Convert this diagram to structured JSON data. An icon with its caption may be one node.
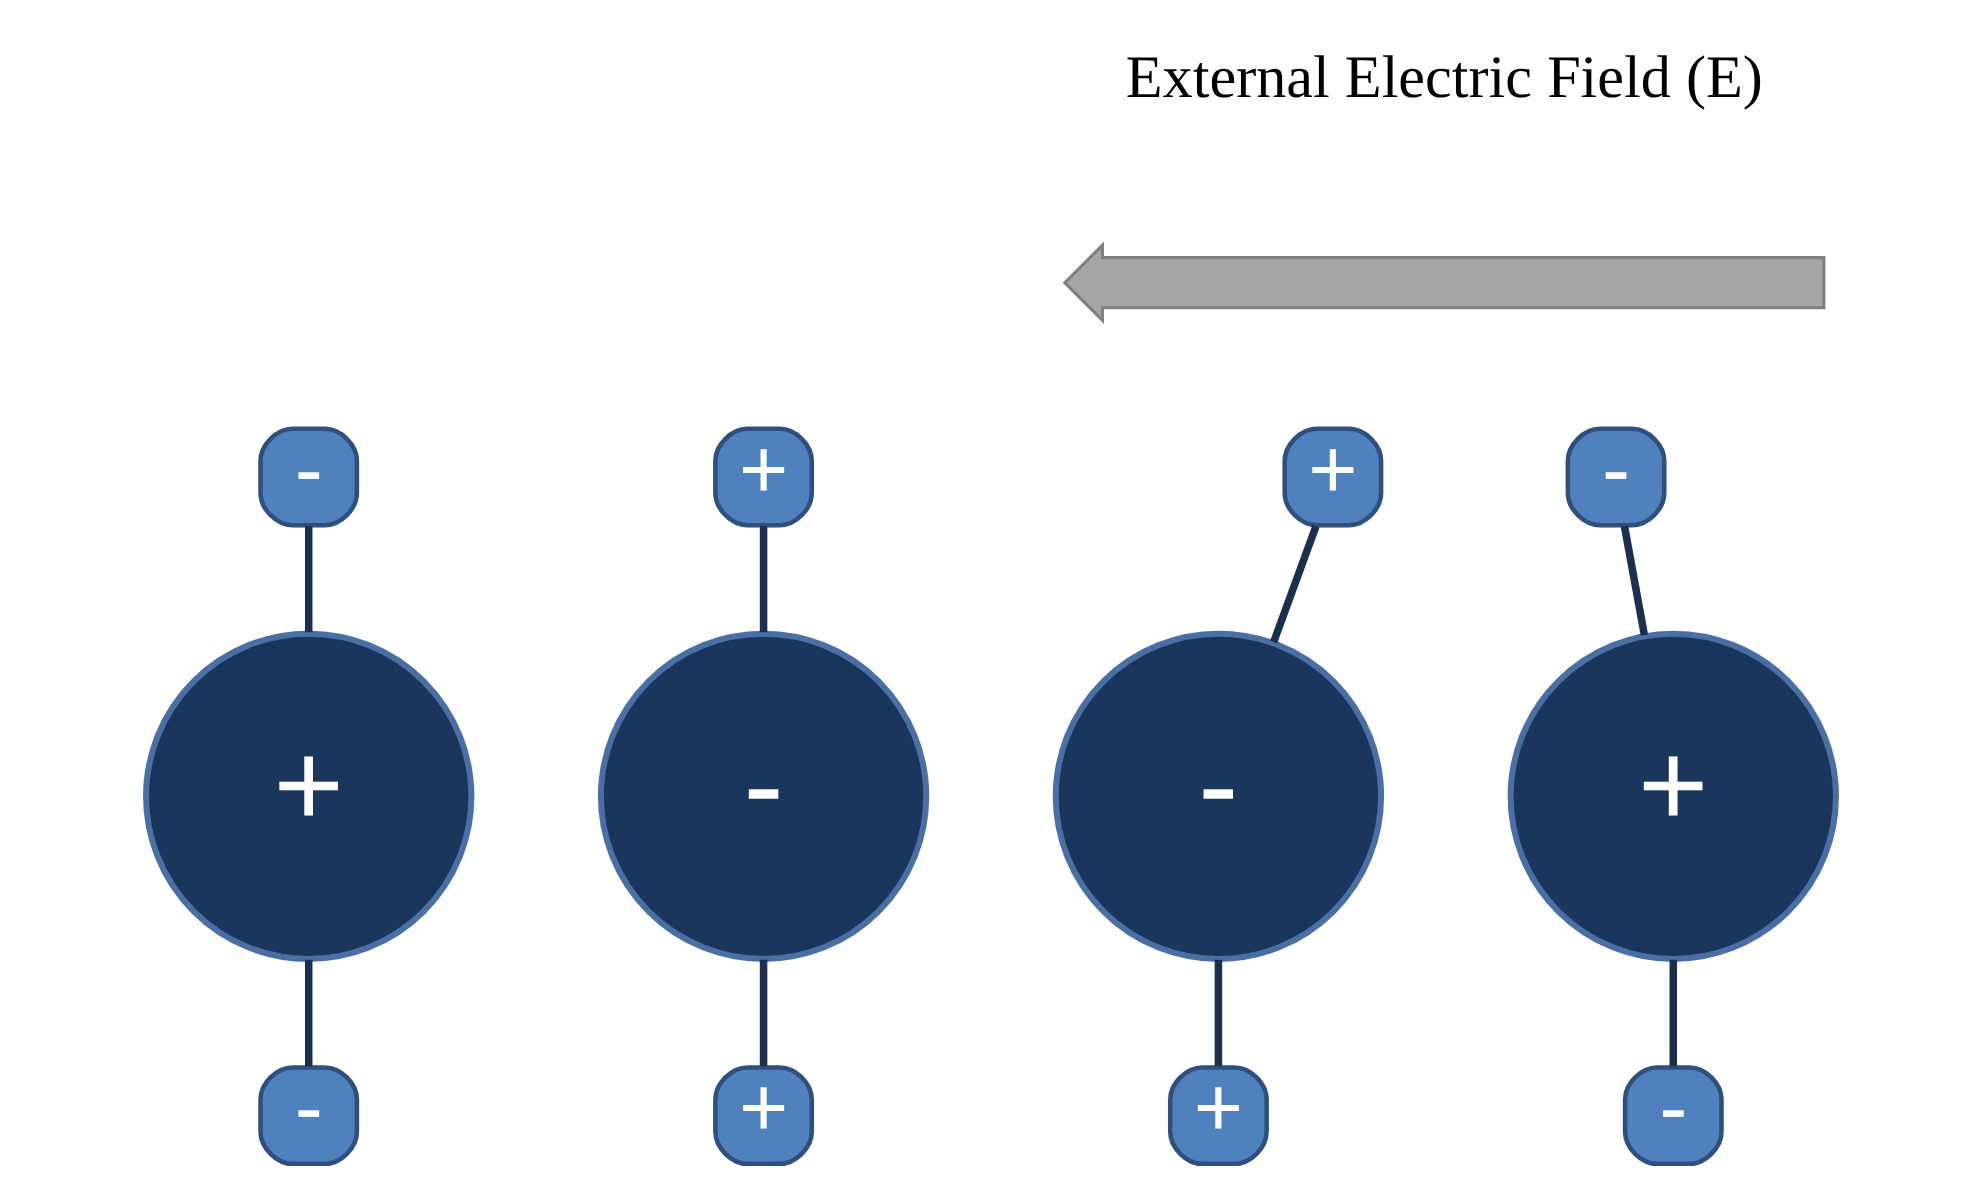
{
  "diagram": {
    "nodes": [
      {
        "text": [
          "-"
        ]
      },
      {
        "text": [
          "+"
        ]
      },
      {
        "text": [
          "-"
        ]
      },
      {
        "text": [
          "+"
        ]
      },
      {
        "text": [
          "-"
        ]
      },
      {
        "text": [
          "+"
        ]
      },
      {
        "text": [
          "+"
        ]
      },
      {
        "text": [
          "-"
        ]
      },
      {
        "text": [
          "+"
        ]
      },
      {
        "text": [
          "-"
        ]
      },
      {
        "text": [
          "+"
        ]
      },
      {
        "text": [
          "-"
        ]
      },
      {
        "text": [],
        "shape": "arrow",
        "beside": [
          "External Electric Field (E)"
        ]
      }
    ],
    "edges": [
      {
        "from": 0,
        "to": 1,
        "arrow": "none"
      },
      {
        "from": 1,
        "to": 2,
        "arrow": "none"
      },
      {
        "from": 3,
        "to": 4,
        "arrow": "none"
      },
      {
        "from": 4,
        "to": 5,
        "arrow": "none"
      },
      {
        "from": 6,
        "to": 7,
        "arrow": "none"
      },
      {
        "from": 7,
        "to": 8,
        "arrow": "none"
      },
      {
        "from": 9,
        "to": 10,
        "arrow": "none"
      },
      {
        "from": 10,
        "to": 11,
        "arrow": "none"
      }
    ]
  }
}
